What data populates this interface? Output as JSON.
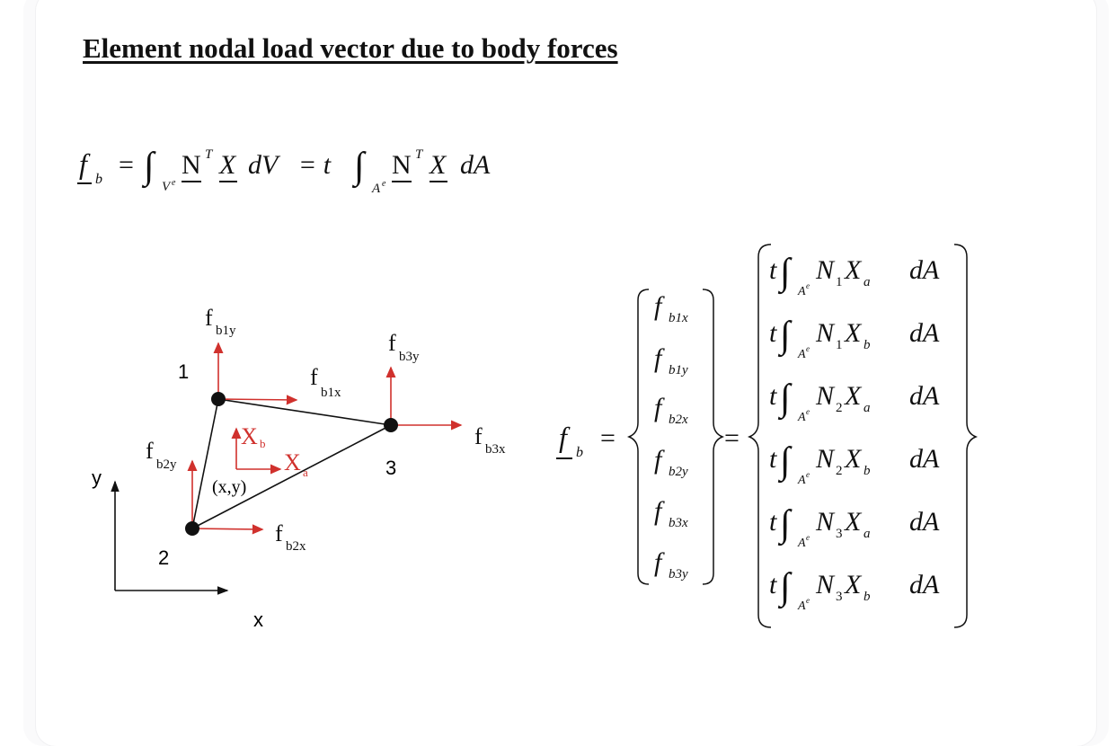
{
  "slide": {
    "title": "Element nodal load vector due to body forces",
    "equation": {
      "lhs": "f",
      "lhs_sub": "b",
      "eq1": "=",
      "integral1_domain": "V",
      "integral1_domain_sup": "e",
      "N": "N",
      "T": "T",
      "X": "X",
      "dV": "dV",
      "eq2": "= t",
      "integral2_domain": "A",
      "integral2_domain_sup": "e",
      "dA": "dA"
    },
    "diagram": {
      "node_labels": [
        "1",
        "2",
        "3"
      ],
      "axis_x": "x",
      "axis_y": "y",
      "point_label": "(x,y)",
      "body_force_a": "X",
      "body_force_a_sub": "a",
      "body_force_b": "X",
      "body_force_b_sub": "b",
      "forces": [
        {
          "base": "f",
          "sub": "b1y"
        },
        {
          "base": "f",
          "sub": "b1x"
        },
        {
          "base": "f",
          "sub": "b3y"
        },
        {
          "base": "f",
          "sub": "b3x"
        },
        {
          "base": "f",
          "sub": "b2y"
        },
        {
          "base": "f",
          "sub": "b2x"
        }
      ],
      "colors": {
        "force": "#d0312d",
        "element": "#111111"
      }
    },
    "vector_equation": {
      "lhs": "f",
      "lhs_sub": "b",
      "eq": "=",
      "eq2": "=",
      "components": [
        {
          "base": "f",
          "sub": "b1x"
        },
        {
          "base": "f",
          "sub": "b1y"
        },
        {
          "base": "f",
          "sub": "b2x"
        },
        {
          "base": "f",
          "sub": "b2y"
        },
        {
          "base": "f",
          "sub": "b3x"
        },
        {
          "base": "f",
          "sub": "b3y"
        }
      ],
      "integrals": [
        {
          "t": "t",
          "dom": "A",
          "sup": "e",
          "N": "N",
          "n": "1",
          "X": "X",
          "x": "a",
          "dA": "dA"
        },
        {
          "t": "t",
          "dom": "A",
          "sup": "e",
          "N": "N",
          "n": "1",
          "X": "X",
          "x": "b",
          "dA": "dA"
        },
        {
          "t": "t",
          "dom": "A",
          "sup": "e",
          "N": "N",
          "n": "2",
          "X": "X",
          "x": "a",
          "dA": "dA"
        },
        {
          "t": "t",
          "dom": "A",
          "sup": "e",
          "N": "N",
          "n": "2",
          "X": "X",
          "x": "b",
          "dA": "dA"
        },
        {
          "t": "t",
          "dom": "A",
          "sup": "e",
          "N": "N",
          "n": "3",
          "X": "X",
          "x": "a",
          "dA": "dA"
        },
        {
          "t": "t",
          "dom": "A",
          "sup": "e",
          "N": "N",
          "n": "3",
          "X": "X",
          "x": "b",
          "dA": "dA"
        }
      ]
    }
  }
}
